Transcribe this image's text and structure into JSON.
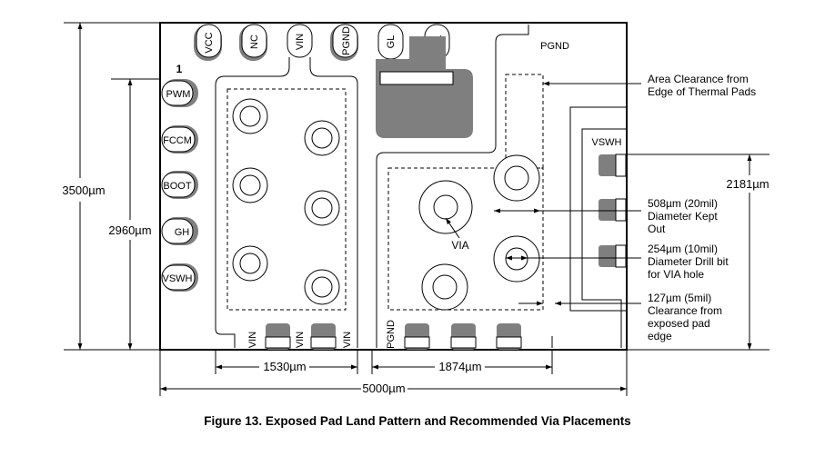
{
  "figure": {
    "caption": "Figure 13. Exposed Pad Land Pattern and Recommended Via Placements"
  },
  "pins": {
    "left": [
      "PWM",
      "FCCM",
      "BOOT",
      "GH",
      "VSWH"
    ],
    "top": [
      "VCC",
      "NC",
      "VIN",
      "PGND",
      "GL",
      "GL"
    ],
    "top_right": "PGND",
    "right": "VSWH",
    "bottom_left": [
      "VIN",
      "VIN",
      "VIN"
    ],
    "bottom_right": "PGND",
    "pin1_marker": "1"
  },
  "dimensions": {
    "total_height": "3500µm",
    "left_pad_height": "2960µm",
    "right_pad_height": "2181µm",
    "left_pad_width": "1530µm",
    "right_pad_width": "1874µm",
    "total_width": "5000µm"
  },
  "annotations": {
    "via": "VIA",
    "area_clearance": [
      "Area Clearance from",
      "Edge of Thermal Pads"
    ],
    "keepout": [
      "508µm (20mil)",
      "Diameter Kept",
      "Out"
    ],
    "drill": [
      "254µm (10mil)",
      "Diameter Drill bit",
      "for VIA hole"
    ],
    "clearance": [
      "127µm (5mil)",
      "Clearance from",
      "exposed pad",
      "edge"
    ]
  },
  "colors": {
    "pad_fill": "#7f7f7f",
    "outline": "#000000",
    "background": "#ffffff"
  }
}
